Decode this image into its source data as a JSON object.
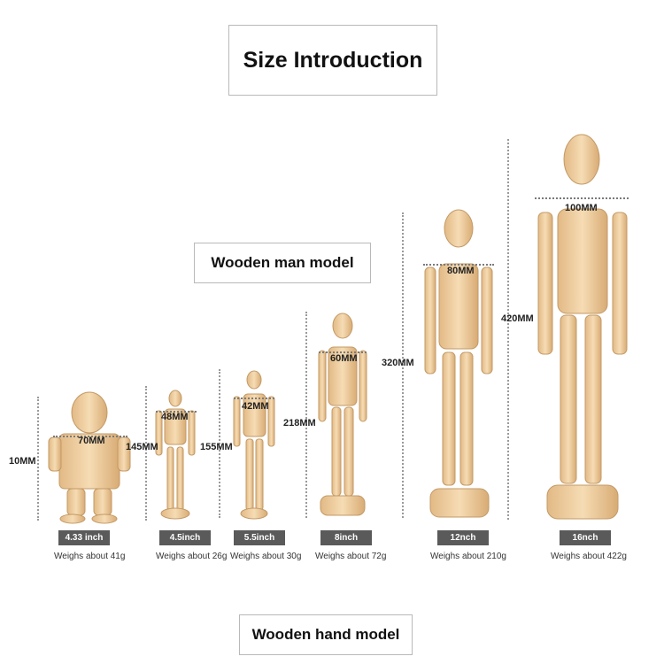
{
  "header": {
    "title": "Size Introduction"
  },
  "sections": {
    "man_model": "Wooden man model",
    "hand_model": "Wooden hand model"
  },
  "colors": {
    "wood": "#f0d2a6",
    "wood_dark": "#c8a06e",
    "badge": "#5a5a5a"
  },
  "models": [
    {
      "size": "4.33 inch",
      "weight": "Weighs about 41g",
      "width": "70MM",
      "height": "10MM"
    },
    {
      "size": "4.5inch",
      "weight": "Weighs about 26g",
      "width": "48MM",
      "height": "145MM"
    },
    {
      "size": "5.5inch",
      "weight": "Weighs about 30g",
      "width": "42MM",
      "height": "155MM"
    },
    {
      "size": "8inch",
      "weight": "Weighs about 72g",
      "width": "60MM",
      "height": "218MM"
    },
    {
      "size": "12nch",
      "weight": "Weighs about 210g",
      "width": "80MM",
      "height": "320MM"
    },
    {
      "size": "16nch",
      "weight": "Weighs about 422g",
      "width": "100MM",
      "height": "420MM"
    }
  ]
}
